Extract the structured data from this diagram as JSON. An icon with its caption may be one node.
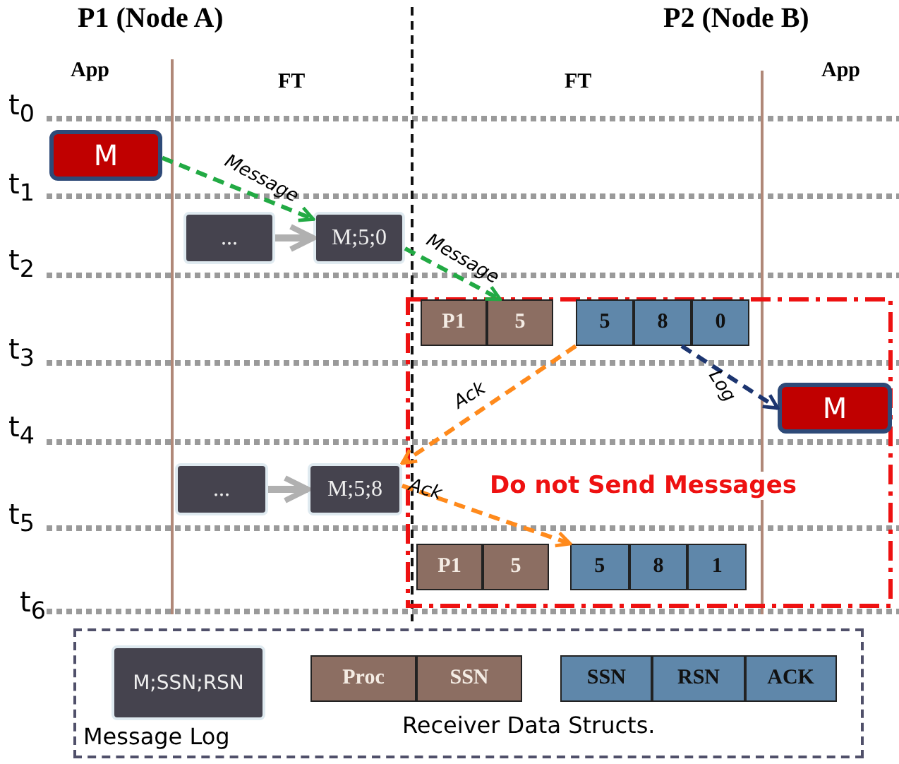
{
  "diagram": {
    "nodes": [
      {
        "text": [
          "M"
        ]
      },
      {
        "text": [
          "..."
        ]
      },
      {
        "text": [
          "M;5;0"
        ]
      },
      {
        "text": [
          "Do not Send Messages"
        ]
      },
      {
        "text": [
          "P1",
          "5"
        ],
        "in": 3
      },
      {
        "text": [
          "5",
          "8",
          "0"
        ],
        "in": 3
      },
      {
        "text": [
          "M"
        ],
        "in": 3
      },
      {
        "text": [
          "..."
        ]
      },
      {
        "text": [
          "M;5;8"
        ]
      },
      {
        "text": [
          "P1",
          "5"
        ],
        "in": 3
      },
      {
        "text": [
          "5",
          "8",
          "1"
        ],
        "in": 3
      },
      {
        "text": [],
        "shape": "box"
      },
      {
        "text": [
          "M;SSN;RSN"
        ],
        "beside": [
          "Message Log"
        ],
        "in": 11
      },
      {
        "text": [
          "Proc",
          "SSN"
        ],
        "in": 11
      },
      {
        "text": [
          "SSN",
          "RSN",
          "ACK"
        ],
        "in": 11
      }
    ],
    "edges": [
      {
        "from": 0,
        "to": 2,
        "arrow": "to",
        "label": "Message",
        "style": "dashed",
        "color": "#22aa44"
      },
      {
        "from": 1,
        "to": 2,
        "arrow": "to",
        "color": "#b0b0b0"
      },
      {
        "from": 2,
        "to": 4,
        "arrow": "to",
        "label": "Message",
        "style": "dashed",
        "color": "#22aa44"
      },
      {
        "from": 5,
        "to": 8,
        "arrow": "to",
        "label": "Ack",
        "style": "dashed",
        "color": "#ff8a1c"
      },
      {
        "from": 5,
        "to": 6,
        "arrow": "to",
        "label": "Log",
        "style": "dashed",
        "color": "#1c3570"
      },
      {
        "from": 7,
        "to": 8,
        "arrow": "to",
        "color": "#b0b0b0"
      },
      {
        "from": 8,
        "to": 10,
        "arrow": "to",
        "label": "Ack",
        "style": "dashed",
        "color": "#ff8a1c"
      }
    ],
    "labels": [
      "P1 (Node A)",
      "P2 (Node B)",
      "App",
      "FT",
      "FT",
      "App",
      "t$_{0}$",
      "t$_{1}$",
      "t$_{2}$",
      "t$_{3}$",
      "t$_{4}$",
      "t$_{5}$",
      "t$_{6}$",
      "Receiver Data Structs."
    ]
  }
}
